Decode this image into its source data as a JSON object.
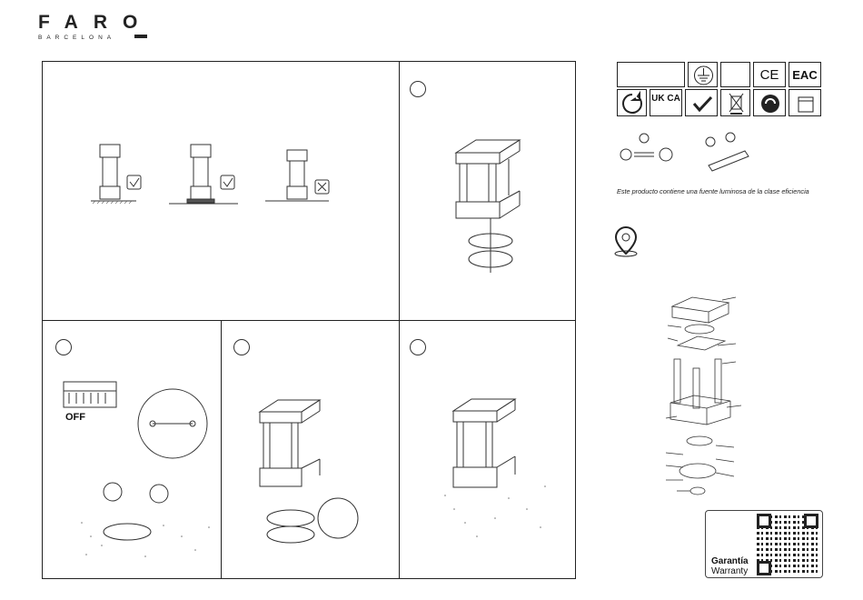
{
  "brand": {
    "name": "FARO",
    "sub": "BARCELONA"
  },
  "panels": {
    "step_badges": [
      "",
      "",
      "",
      ""
    ],
    "switch_label": "OFF"
  },
  "certifications": {
    "marks": [
      "CE",
      "EAC",
      "UK CA"
    ]
  },
  "efficiency_note": "Este producto contiene una fuente luminosa de la clase eficiencia",
  "warranty": {
    "line1": "Garantía",
    "line2": "Warranty"
  },
  "icons": [
    "earth-ground-icon",
    "ce-mark-icon",
    "eac-mark-icon",
    "recycle-icon",
    "ukca-mark-icon",
    "tick-check-icon",
    "weee-bin-icon",
    "green-dot-icon",
    "packaging-icon",
    "location-pin-icon",
    "qr-code-icon"
  ]
}
